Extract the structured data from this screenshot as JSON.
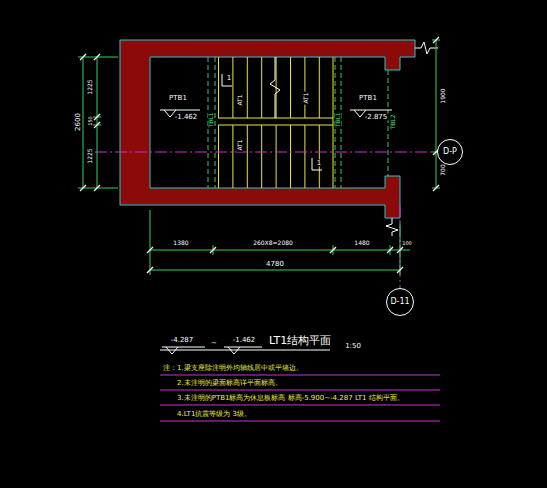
{
  "diagram": {
    "title": "LT1结构平面",
    "nodes": [
      {
        "text": [
          "D-P"
        ]
      },
      {
        "text": [
          "D-11"
        ]
      }
    ],
    "labels": [
      "1225",
      "150",
      "1225",
      "2600",
      "1900",
      "700",
      "PTB1",
      "-1.462",
      "PTB1",
      "-2.875",
      "AT1",
      "AT1",
      "AT1",
      "TBL1",
      "TBL1",
      "TBL2",
      "1",
      "1",
      "1380",
      "260X8=2080",
      "1480",
      "100",
      "4780",
      "-4.287",
      "~",
      "-1.462",
      "1:50",
      "注：1.梁支座除注明外均轴线居中或平墙边。",
      "2.未注明的梁面标高详平面标高。",
      "3.未注明的PTB1标高为休息板标高 标高-5.900~-4.287 LT1 结构平面。",
      "4.LT1抗震等级为 3级。"
    ]
  }
}
